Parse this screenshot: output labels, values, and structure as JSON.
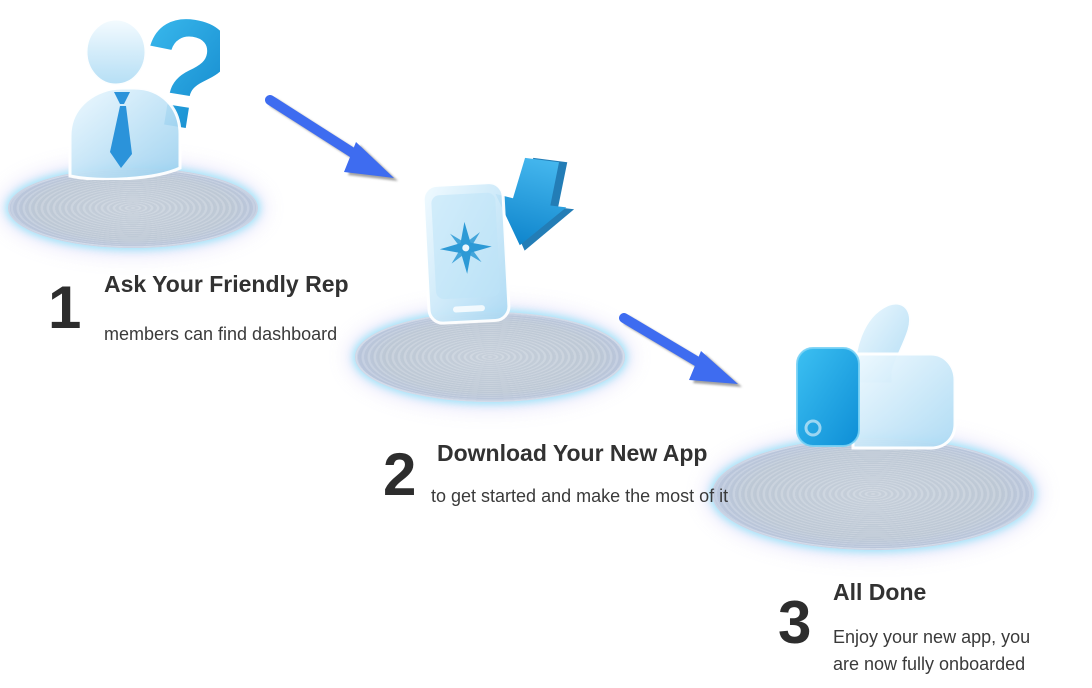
{
  "diagram": {
    "type": "process-flow",
    "background": "#ffffff",
    "steps": [
      {
        "number": "1",
        "title": "Ask Your Friendly Rep",
        "subtitle": "members can find dashboard",
        "subtitle2": "",
        "icon": "person-with-question-mark",
        "pedestal": "glowing-ellipse-platform"
      },
      {
        "number": "2",
        "title": "Download Your New App",
        "subtitle": "to get started and make the most of it",
        "subtitle2": "",
        "icon": "smartphone-with-compass-and-download-arrow",
        "pedestal": "glowing-ellipse-platform"
      },
      {
        "number": "3",
        "title": "All Done",
        "subtitle": "Enjoy your new app, you",
        "subtitle2": "are now fully onboarded",
        "icon": "thumbs-up-with-cuff",
        "pedestal": "glowing-ellipse-platform"
      }
    ],
    "connectors": [
      {
        "name": "arrow-step1-to-step2",
        "direction": "down-right"
      },
      {
        "name": "arrow-step2-to-step3",
        "direction": "down-right"
      }
    ],
    "colors": {
      "accent_blue": "#1f9fe0",
      "deep_blue": "#0f85cc",
      "connector_arrow_blue": "#3e6cf0",
      "glass_blue": "#cfe9f8",
      "platform_gray_blue": "#bfcad7",
      "glow_cyan": "#8ce4f8",
      "glow_purple": "#a8a0f0",
      "text_dark": "#2e2e2e"
    }
  }
}
